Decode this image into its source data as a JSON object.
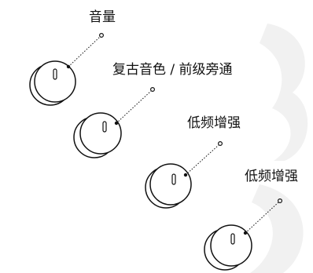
{
  "labels": {
    "volume": "音量",
    "vintage_tone": "复古音色 / 前级旁通",
    "bass_boost_1": "低频增强",
    "bass_boost_2": "低频增强"
  },
  "colors": {
    "ink": "#111111",
    "watermark": "#f1f1f1",
    "background": "#ffffff"
  },
  "knobs": [
    {
      "name": "volume-knob",
      "label_ref": "labels.volume"
    },
    {
      "name": "vintage-tone-knob",
      "label_ref": "labels.vintage_tone"
    },
    {
      "name": "bass-boost-knob-1",
      "label_ref": "labels.bass_boost_1"
    },
    {
      "name": "bass-boost-knob-2",
      "label_ref": "labels.bass_boost_2"
    }
  ]
}
